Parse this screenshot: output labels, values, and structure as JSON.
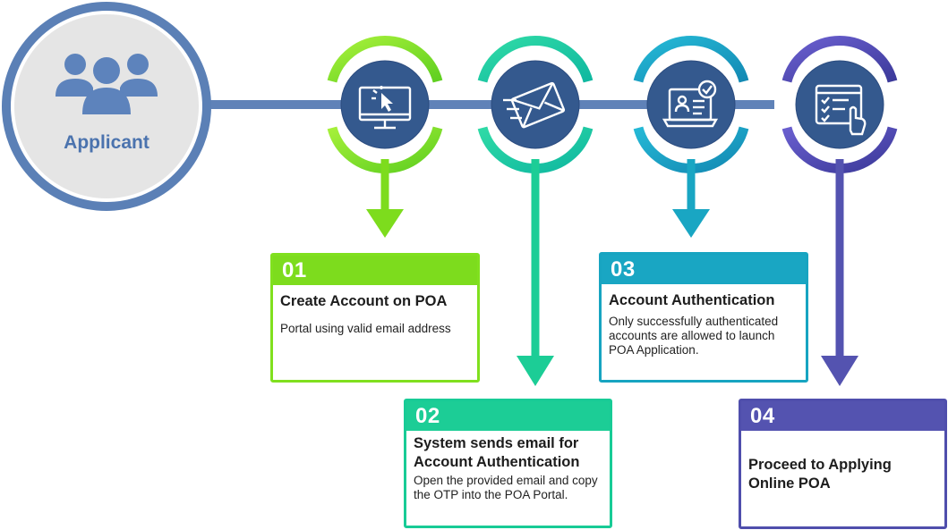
{
  "applicant": {
    "label": "Applicant"
  },
  "steps": [
    {
      "number": "01",
      "title": "Create Account on POA",
      "description": "Portal using valid email address",
      "color": "#7ddc1d",
      "icon": "computer-click-icon"
    },
    {
      "number": "02",
      "title": "System sends email for Account Authentication",
      "description": "Open the provided email and copy the OTP into the POA Portal.",
      "color": "#1ccd96",
      "icon": "email-icon"
    },
    {
      "number": "03",
      "title": "Account Authentication",
      "description": "Only successfully authenticated accounts are allowed to launch POA Application.",
      "color": "#19a6c3",
      "icon": "verified-account-icon"
    },
    {
      "number": "04",
      "title": "Proceed to Applying Online POA",
      "description": "",
      "color": "#5453b0",
      "icon": "checklist-icon"
    }
  ],
  "colors": {
    "connector": "#5f82b8",
    "icon_fill": "#3d62a0",
    "applicant_bg": "#e5e5e5"
  }
}
